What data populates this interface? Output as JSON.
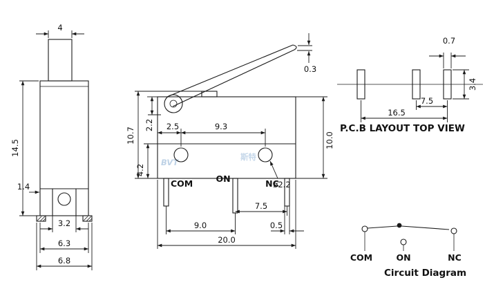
{
  "drawing": {
    "side_view": {
      "dim_plunger_width": "4",
      "dim_height": "14.5",
      "dim_wall": "1.4",
      "dim_hole_boss": "3.2",
      "dim_body_width": "6.3",
      "dim_total_width": "6.8"
    },
    "front_view": {
      "dim_lever_thickness": "0.3",
      "dim_total_height": "10.7",
      "dim_hole_top_offset": "2.2",
      "dim_hole_left_offset": "2.5",
      "dim_hole_spacing": "9.3",
      "dim_body_height": "10.0",
      "dim_base_height": "4.2",
      "dim_hole_diameter": "ø2.2",
      "label_com": "COM",
      "label_on": "ON",
      "label_nc": "NC",
      "dim_terminal_spacing_right": "7.5",
      "dim_terminal_width": "0.5",
      "dim_terminal_spacing_left": "9.0",
      "dim_total_width": "20.0",
      "watermark_latin": "BVT",
      "watermark_cjk": "斯特"
    },
    "pcb_layout": {
      "title": "P.C.B LAYOUT TOP VIEW",
      "dim_pad_width": "0.7",
      "dim_pad_height": "3.4",
      "dim_pad_spacing_right": "7.5",
      "dim_pad_span": "16.5"
    },
    "circuit": {
      "title": "Circuit Diagram",
      "label_com": "COM",
      "label_on": "ON",
      "label_nc": "NC"
    }
  }
}
